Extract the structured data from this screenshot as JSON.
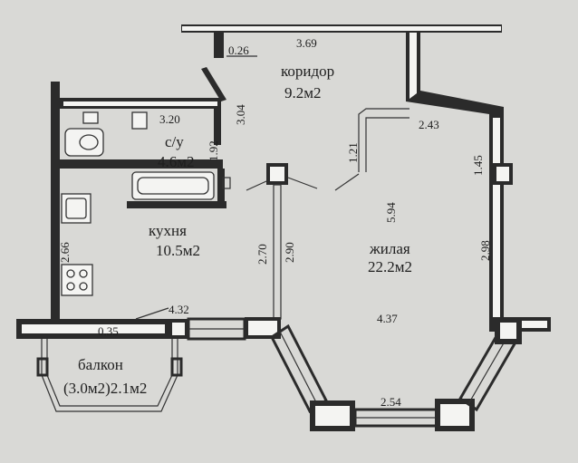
{
  "rooms": {
    "corridor": {
      "name": "коридор",
      "area": "9.2м2"
    },
    "bathroom": {
      "name": "с/у",
      "area": "4.6м2"
    },
    "kitchen": {
      "name": "кухня",
      "area": "10.5м2"
    },
    "living": {
      "name": "жилая",
      "area": "22.2м2"
    },
    "balcony": {
      "name": "балкон",
      "area": "(3.0м2)2.1м2"
    }
  },
  "dimensions": {
    "d_0_26": "0.26",
    "d_3_69": "3.69",
    "d_3_04": "3.04",
    "d_3_20": "3.20",
    "d_1_92": "1.92",
    "d_1_21": "1.21",
    "d_2_43": "2.43",
    "d_1_45": "1.45",
    "d_5_94": "5.94",
    "d_2_98": "2.98",
    "d_2_70": "2.70",
    "d_2_90": "2.90",
    "d_2_66": "2.66",
    "d_4_32": "4.32",
    "d_0_35": "0.35",
    "d_4_37": "4.37",
    "d_2_54": "2.54"
  },
  "colors": {
    "background": "#d9d9d6",
    "wall": "#2b2b2b"
  }
}
